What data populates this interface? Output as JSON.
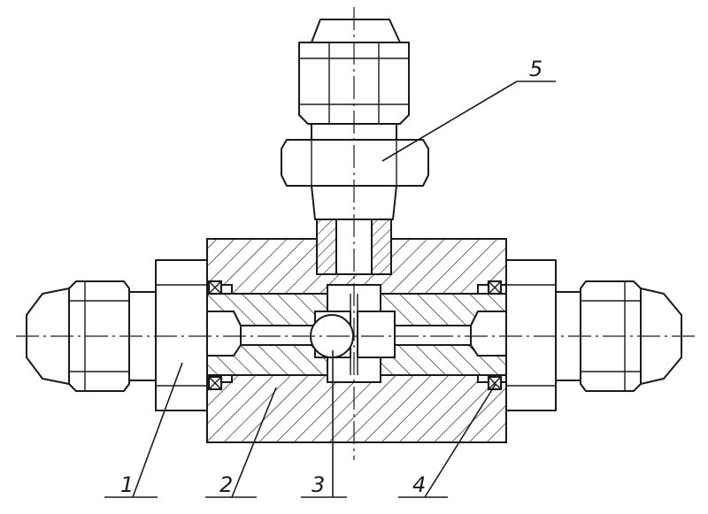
{
  "callouts": {
    "c1": "1",
    "c2": "2",
    "c3": "3",
    "c4": "4",
    "c5": "5"
  },
  "colors": {
    "ink": "#1a1a1a",
    "paper": "#ffffff"
  }
}
